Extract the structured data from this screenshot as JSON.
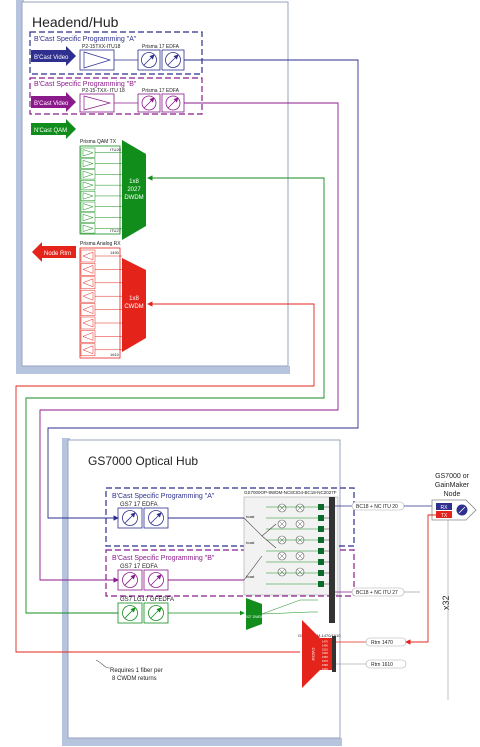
{
  "headend": {
    "title": "Headend/Hub",
    "group_a": {
      "title": "B'Cast Specific Programming \"A\"",
      "input": "B'Cast Video",
      "tx_label": "P2-15TXX-ITU18",
      "edfa_label": "Prisma 17 EDFA"
    },
    "group_b": {
      "title": "B'Cast Specific Programming \"B\"",
      "input": "B'Cast Video",
      "tx_label": "P2-15-TXX- ITU 18",
      "edfa_label": "Prisma 17 EDFA"
    },
    "ncast": {
      "input": "N'Cast QAM",
      "tx_title": "Prisma QAM TX",
      "top_itu": "ITU20",
      "bottom_itu": "ITU27",
      "mux_lines": [
        "1x8",
        "2027",
        "DWDM"
      ]
    },
    "rtn": {
      "output": "Node Rtrn",
      "rx_title": "Prisma Analog RX",
      "top_wl": "1490",
      "bottom_wl": "1610",
      "mux_lines": [
        "1x8",
        "CWDM"
      ]
    }
  },
  "optical_hub": {
    "title": "GS7000 Optical Hub",
    "group_a": {
      "title": "B'Cast Specific Programming \"A\"",
      "edfa_label": "GS7 17 EDFA"
    },
    "group_b": {
      "title": "B'Cast Specific Programming \"B\"",
      "edfa_label": "GS7 17 EDFA"
    },
    "edfa3_label": "GS7 LG17 GFEDFA",
    "dwdm_module": "GS7000OP-8WDM-NC8CID4-BC18-NC2027F",
    "port_labels": [
      "bcast",
      "bcast",
      "bcast"
    ],
    "cwdm_module": "GS7-CWDM-1470/1610",
    "cwdm_text": "CWDM",
    "cwdm_ports": [
      "1470",
      "1490",
      "1510",
      "1530",
      "1550",
      "1570",
      "1590",
      "1610"
    ],
    "dwdm_mux_text": "2027 DWDM",
    "outputs": {
      "bc18_itu20": "BC18 + NC ITU 20",
      "bc18_itu27": "BC18 + NC ITU 27",
      "rtn1470": "Rtrn 1470",
      "rtn1610": "Rtrn 1610"
    },
    "note": [
      "Requires 1 fiber per",
      "8 CWDM returns"
    ]
  },
  "node": {
    "title": [
      "GS7000 or",
      "GainMaker",
      "Node"
    ],
    "rx": "RX",
    "tx": "TX",
    "multiplier": "x32"
  },
  "colors": {
    "blue": "#2e2f8e",
    "purple": "#8b1a8b",
    "green": "#118d1b",
    "red": "#e4241b",
    "border": "#9aa3c2",
    "box_shadow": "#b6c4dd"
  }
}
